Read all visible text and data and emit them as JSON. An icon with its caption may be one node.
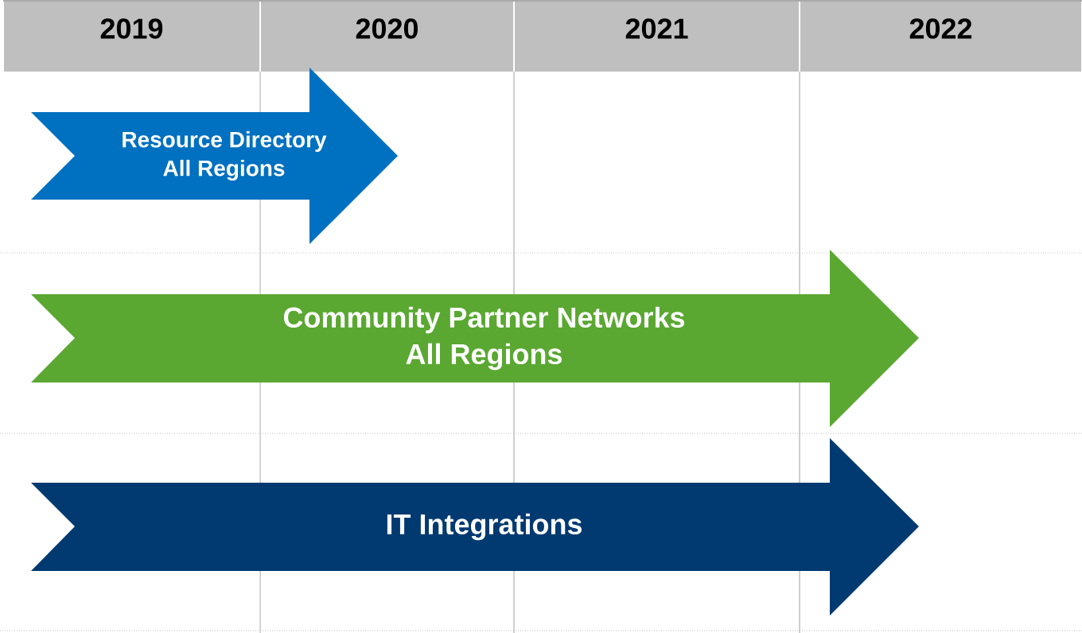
{
  "diagram": {
    "nodes": [
      {
        "text": [
          "2019"
        ]
      },
      {
        "text": [
          "2020"
        ]
      },
      {
        "text": [
          "2021"
        ]
      },
      {
        "text": [
          "2022"
        ]
      },
      {
        "text": [
          "Resource Directory",
          "All Regions"
        ]
      },
      {
        "text": [
          "Community Partner Networks",
          "All Regions"
        ]
      },
      {
        "text": [
          "IT Integrations"
        ]
      }
    ]
  }
}
